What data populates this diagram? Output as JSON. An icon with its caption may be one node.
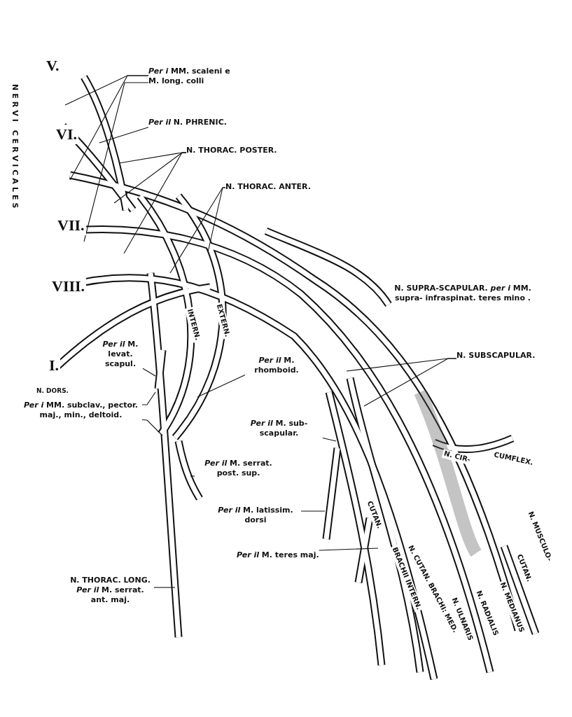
{
  "diagram": {
    "nodes": [
      {
        "text": [
          "*Per i* MM. scaleni e M. long. colli"
        ]
      },
      {
        "text": [
          "*Per il* N. PHRENIC."
        ]
      },
      {
        "text": [
          "N. THORAC. POSTER."
        ]
      },
      {
        "text": [
          "N. THORAC. ANTER."
        ]
      },
      {
        "text": [
          "N. SUBSCAPULAR."
        ]
      },
      {
        "text": [
          "*Per il* M. levat. scapul."
        ]
      },
      {
        "text": [
          "*Per il* M. rhomboid."
        ]
      },
      {
        "text": [
          "*Per i* MM. subclav., pector. maj., min., deltoid."
        ]
      },
      {
        "text": [
          "*Per il* M. sub- scapular."
        ]
      },
      {
        "text": [
          "*Per il* M. serrat. post. sup."
        ]
      },
      {
        "text": [
          "*Per il* M. latissim. dorsi"
        ]
      },
      {
        "text": [
          "*Per il* M. teres maj."
        ]
      },
      {
        "text": [
          "N. THORAC. LONG. *Per il* M. serrat. ant. maj."
        ]
      }
    ],
    "edges": [
      {
        "from": 0,
        "to": null,
        "arrow": "none"
      },
      {
        "from": 0,
        "to": null,
        "arrow": "none"
      },
      {
        "from": 0,
        "to": null,
        "arrow": "none"
      },
      {
        "from": 1,
        "to": null,
        "arrow": "none"
      },
      {
        "from": 2,
        "to": null,
        "arrow": "none"
      },
      {
        "from": 2,
        "to": null,
        "arrow": "none"
      },
      {
        "from": 2,
        "to": null,
        "arrow": "none"
      },
      {
        "from": 3,
        "to": null,
        "arrow": "none"
      },
      {
        "from": 3,
        "to": null,
        "arrow": "none"
      },
      {
        "from": 4,
        "to": null,
        "arrow": "none"
      },
      {
        "from": 4,
        "to": null,
        "arrow": "none"
      },
      {
        "from": 5,
        "to": null,
        "arrow": "none"
      },
      {
        "from": 6,
        "to": null,
        "arrow": "none"
      },
      {
        "from": 7,
        "to": null,
        "arrow": "none"
      },
      {
        "from": 7,
        "to": null,
        "arrow": "none"
      },
      {
        "from": 8,
        "to": null,
        "arrow": "none"
      },
      {
        "from": 9,
        "to": null,
        "arrow": "none"
      },
      {
        "from": 10,
        "to": null,
        "arrow": "none"
      },
      {
        "from": 11,
        "to": null,
        "arrow": "none"
      },
      {
        "from": 12,
        "to": null,
        "arrow": "none"
      }
    ],
    "labels": [
      "V.",
      "NERVI CERVICALES",
      "VI.",
      "VII.",
      "VIII.",
      "N. SUPRA-SCAPULAR. *per i* MM. supra- infraspinat. teres mino .",
      "I.",
      "N. DORS.",
      "INTERN.",
      "EXTERN.",
      "N. CIR-",
      "CUMFLEX.",
      "CUTAN.",
      "N. MUSCULO-",
      "CUTAN.",
      "BRACHII INTERN.",
      "N. CUTAN. BRACHI: MED.",
      "N. ULNARIS",
      "N. RADIALIS",
      "N. MEDIANUS"
    ]
  }
}
